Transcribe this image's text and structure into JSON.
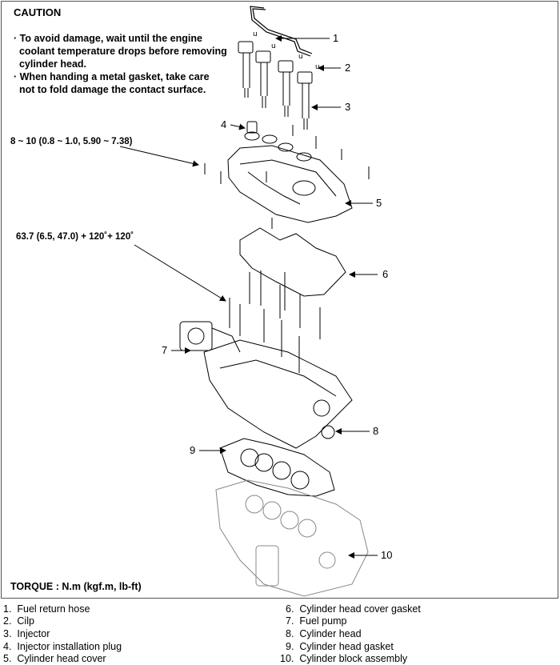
{
  "caution": {
    "title": "CAUTION",
    "lines": [
      "· To avoid damage, wait until the engine",
      "  coolant temperature drops before removing",
      "  cylinder head.",
      "· When handing a metal gasket, take care",
      "  not to fold damage the contact surface."
    ]
  },
  "specs": {
    "cover_bolt_torque": "8 ~ 10 (0.8 ~ 1.0, 5.90 ~ 7.38)",
    "head_bolt_torque": "63.7 (6.5, 47.0) + 120˚+ 120˚"
  },
  "torque_unit_note": "TORQUE : N.m (kgf.m, lb-ft)",
  "callouts": [
    "1",
    "2",
    "3",
    "4",
    "5",
    "6",
    "7",
    "8",
    "9",
    "10"
  ],
  "legend": [
    {
      "num": "1.",
      "label": "Fuel return hose"
    },
    {
      "num": "2.",
      "label": "Cilp"
    },
    {
      "num": "3.",
      "label": "Injector"
    },
    {
      "num": "4.",
      "label": "Injector installation plug"
    },
    {
      "num": "5.",
      "label": "Cylinder head cover"
    },
    {
      "num": "6.",
      "label": "Cylinder head cover gasket"
    },
    {
      "num": "7.",
      "label": "Fuel pump"
    },
    {
      "num": "8.",
      "label": "Cylinder head"
    },
    {
      "num": "9.",
      "label": "Cylinder head gasket"
    },
    {
      "num": "10.",
      "label": "Cylinder block assembly"
    }
  ]
}
